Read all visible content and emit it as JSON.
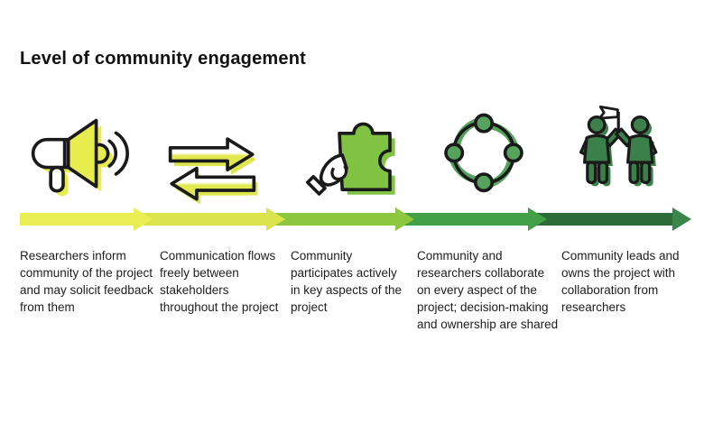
{
  "title": "Level of community engagement",
  "stages": [
    {
      "icon": "megaphone-icon",
      "accent_color": "#e7ec4f",
      "label": "Researchers inform community of the project and may solicit feedback from them"
    },
    {
      "icon": "two-way-arrows-icon",
      "accent_color": "#dde64e",
      "label": "Communication flows freely between stakeholders throughout the project"
    },
    {
      "icon": "puzzle-hand-icon",
      "accent_color": "#80c342",
      "label": "Community participates actively in key aspects of the project"
    },
    {
      "icon": "people-circle-icon",
      "accent_color": "#55a35c",
      "label": "Community and researchers collaborate on every aspect of the project; decision-making and ownership are shared"
    },
    {
      "icon": "flag-team-icon",
      "accent_color": "#3b7f4a",
      "label": "Community leads and owns the project with collaboration from researchers"
    }
  ],
  "arrow": {
    "segment_colors": [
      "#e9ee52",
      "#dbe44c",
      "#8dc63f",
      "#42a047",
      "#2d6b39"
    ],
    "final_head_color": "#3a8549"
  },
  "outline_color": "#1a1a1a",
  "background_color": "#ffffff"
}
